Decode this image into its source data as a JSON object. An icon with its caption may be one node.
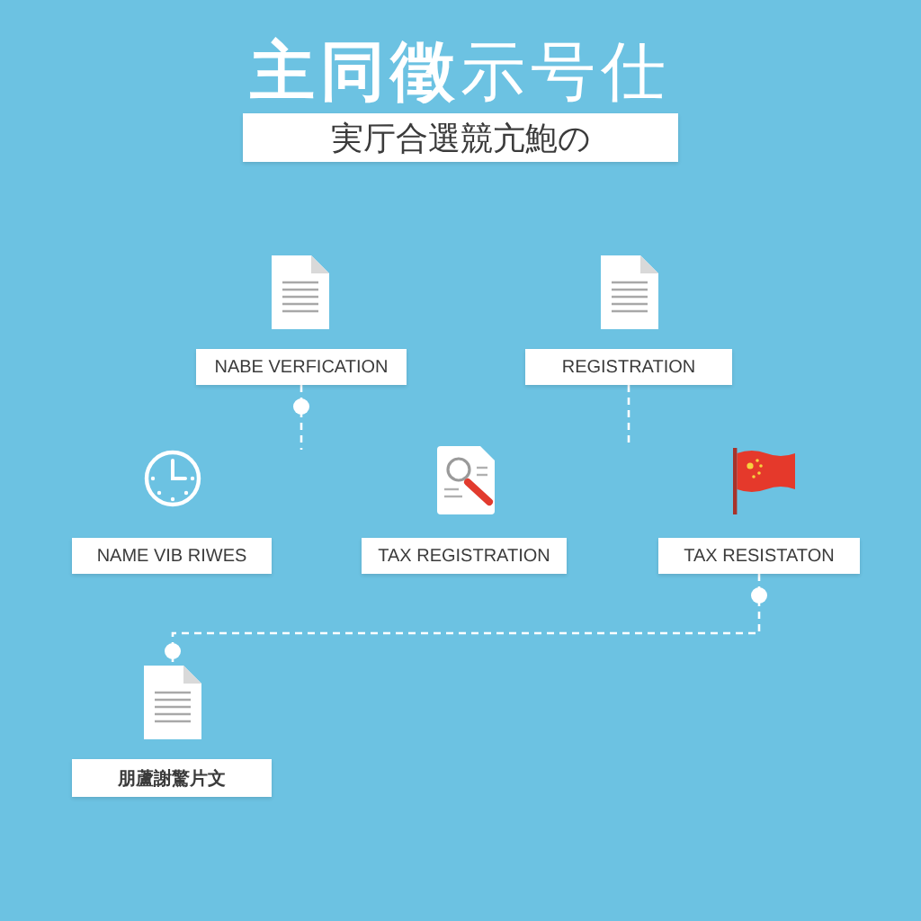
{
  "diagram": {
    "title": "**主同徵**示号仕",
    "nodes": [
      {
        "text": [
          "実厅合選競亢鮑の"
        ]
      },
      {
        "text": [
          "NABE VERFICATION"
        ]
      },
      {
        "text": [
          "REGISTRATION"
        ]
      },
      {
        "text": [
          "NAME VIB RIWES"
        ]
      },
      {
        "text": [
          "TAX REGISTRATION"
        ]
      },
      {
        "text": [
          "TAX RESISTATON"
        ]
      },
      {
        "text": [],
        "shape": "picture"
      },
      {
        "text": [
          "朋蘆謝驚片文"
        ]
      }
    ],
    "edges": [
      {
        "from": 1,
        "to": null,
        "arrow": "other",
        "style": "dashed"
      },
      {
        "from": 2,
        "to": null,
        "arrow": "none",
        "style": "dashed"
      },
      {
        "from": 5,
        "to": 6,
        "arrow": "other",
        "style": "dashed"
      }
    ]
  }
}
